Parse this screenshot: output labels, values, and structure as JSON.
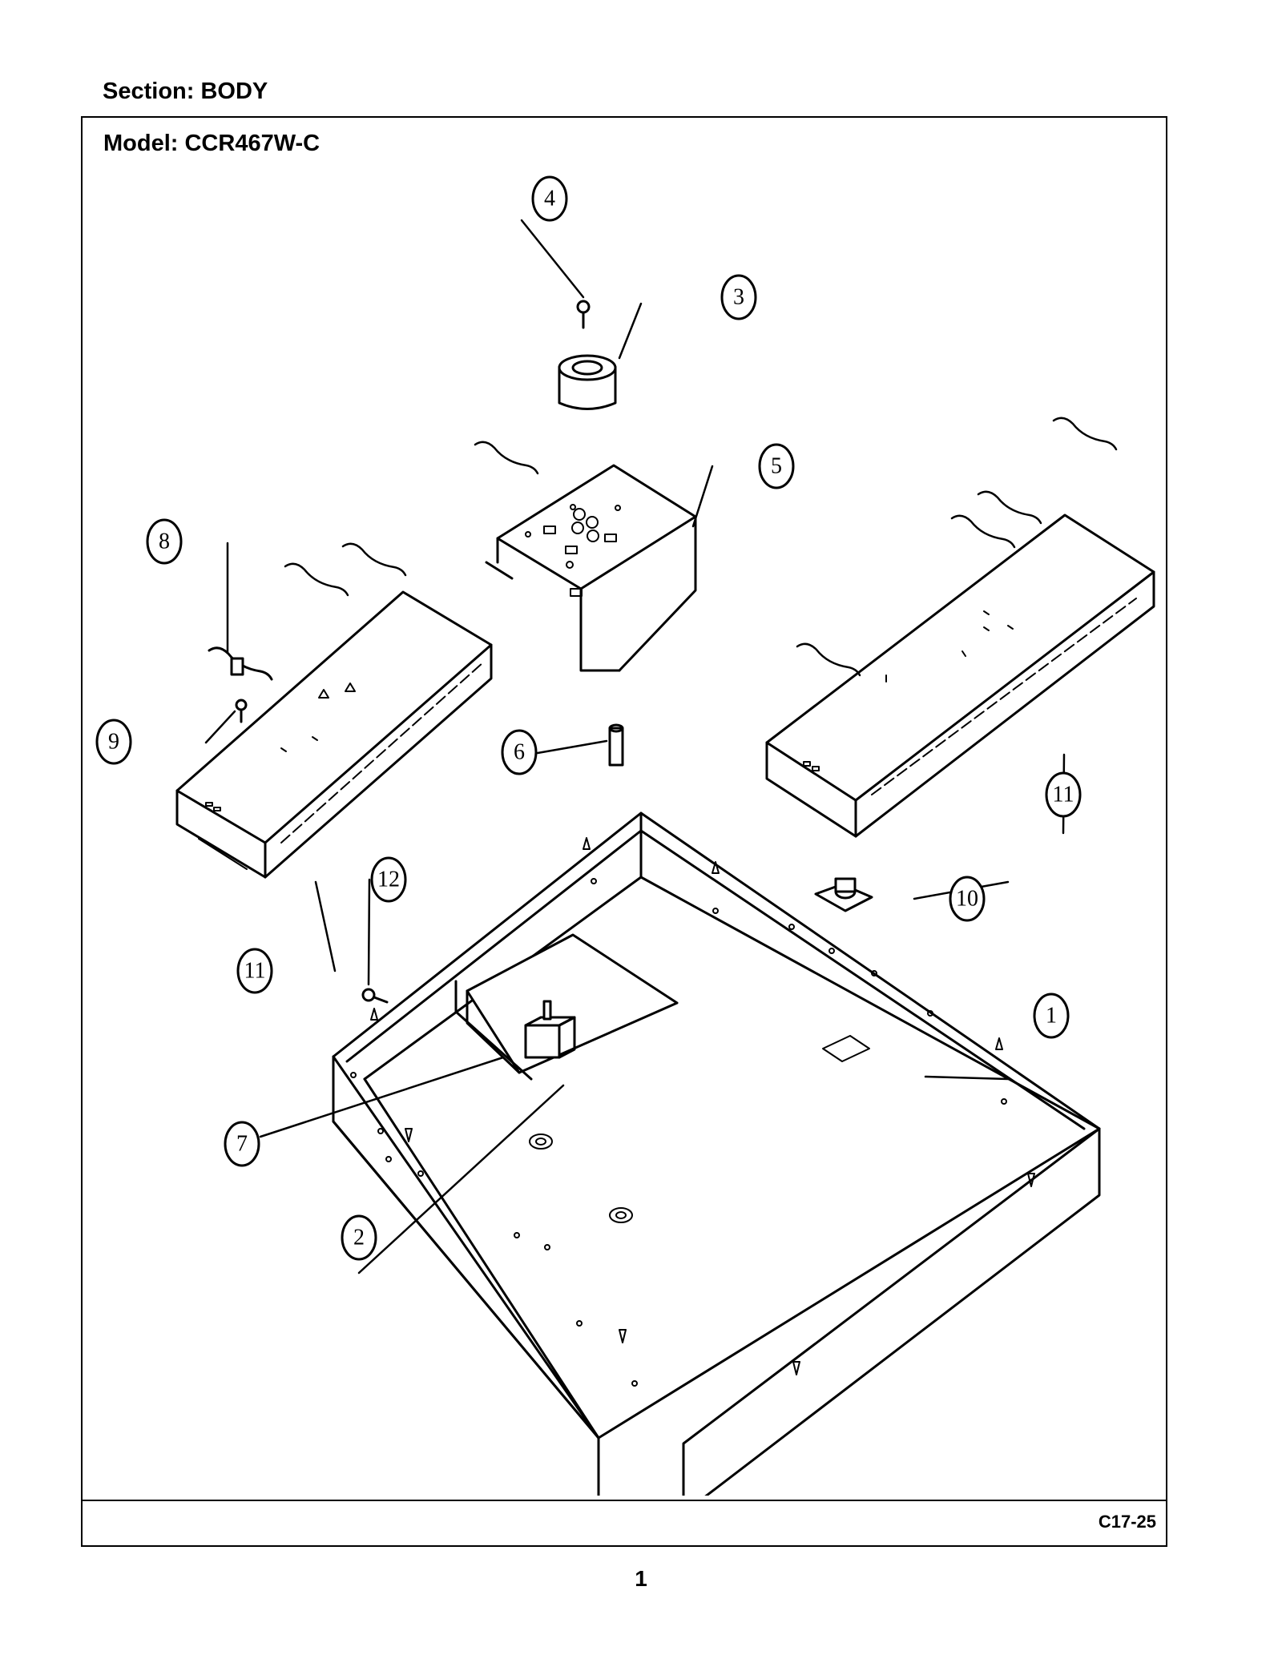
{
  "header": {
    "section_label": "Section:  BODY"
  },
  "diagram": {
    "model_label": "Model:  CCR467W-C",
    "drawing_code": "C17-25",
    "callouts": [
      {
        "id": "callout-1",
        "text": "1"
      },
      {
        "id": "callout-2",
        "text": "2"
      },
      {
        "id": "callout-3",
        "text": "3"
      },
      {
        "id": "callout-4",
        "text": "4"
      },
      {
        "id": "callout-5",
        "text": "5"
      },
      {
        "id": "callout-6",
        "text": "6"
      },
      {
        "id": "callout-7",
        "text": "7"
      },
      {
        "id": "callout-8",
        "text": "8"
      },
      {
        "id": "callout-9",
        "text": "9"
      },
      {
        "id": "callout-10",
        "text": "10"
      },
      {
        "id": "callout-11a",
        "text": "11"
      },
      {
        "id": "callout-11b",
        "text": "11"
      },
      {
        "id": "callout-12",
        "text": "12"
      }
    ]
  },
  "footer": {
    "page_number": "1"
  },
  "colors": {
    "ink": "#000000",
    "paper": "#ffffff"
  }
}
